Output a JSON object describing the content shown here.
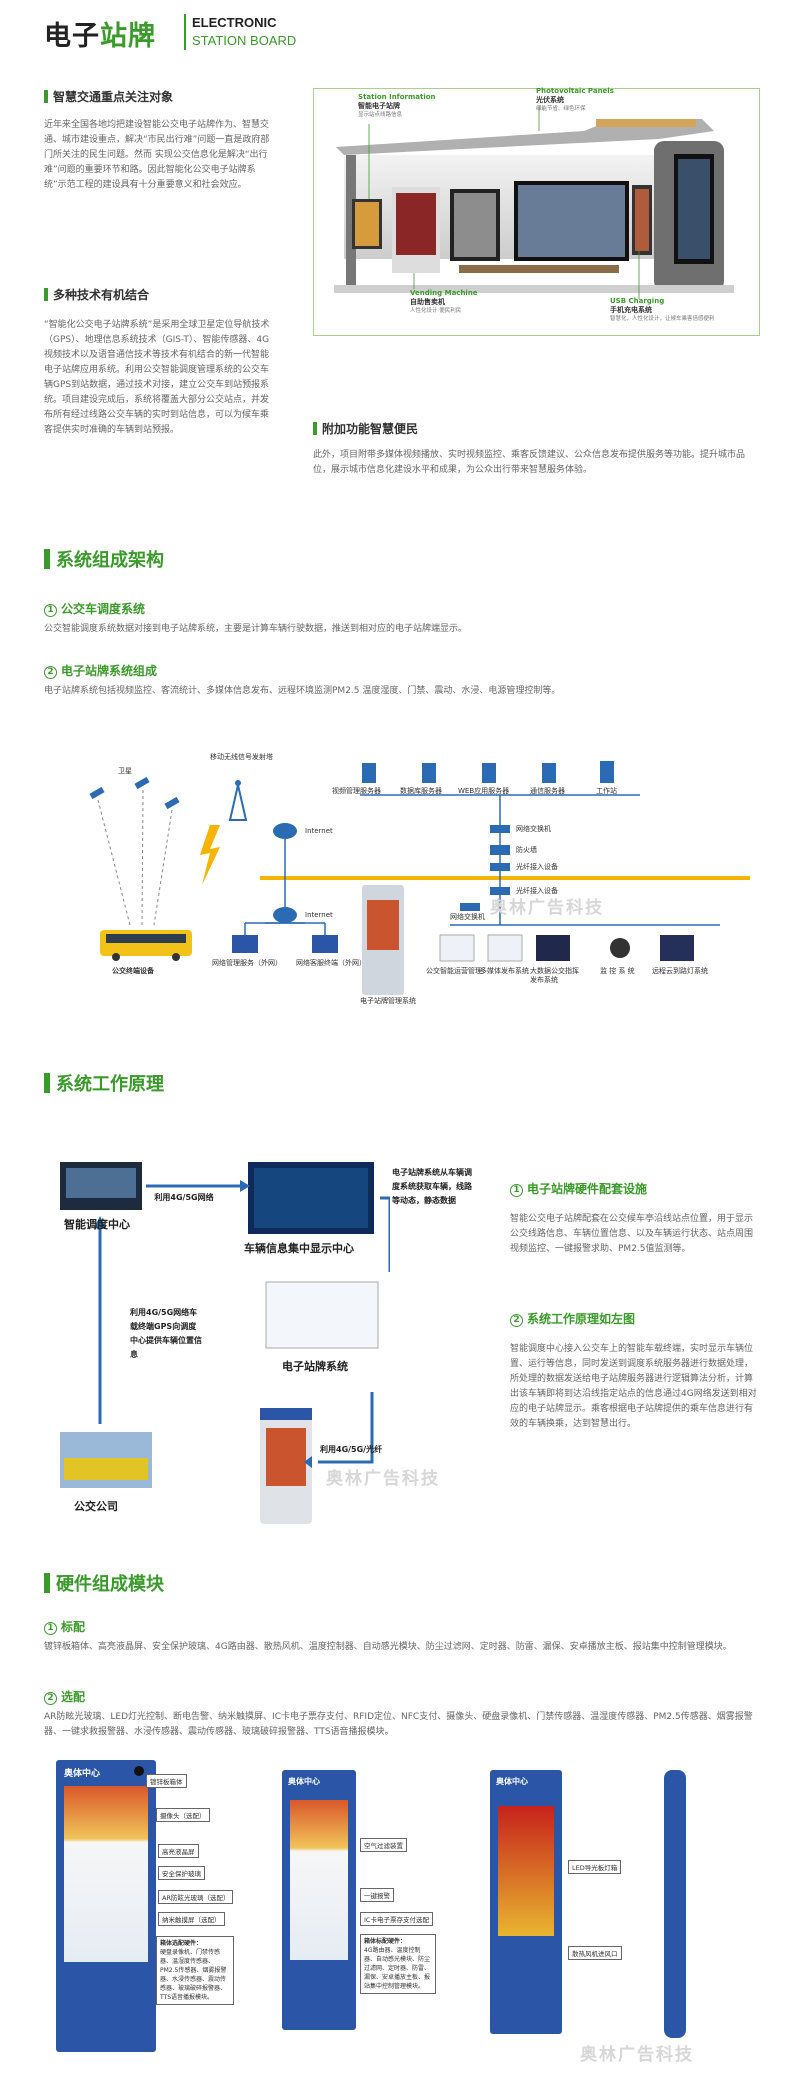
{
  "header": {
    "title_black": "电子",
    "title_green": "站牌",
    "en_line1": "ELECTRONIC",
    "en_line2": "STATION BOARD"
  },
  "intro": {
    "section1": {
      "title": "智慧交通重点关注对象",
      "text": "近年来全国各地均把建设智能公交电子站牌作为、智慧交通、城市建设重点，解决“市民出行难”问题一直是政府部门所关注的民生问题。然而 实现公交信息化是解决“出行难”问题的重要环节和路。因此智能化公交电子站牌系统”示范工程的建设具有十分重要意义和社会效应。"
    },
    "section2": {
      "title": "多种技术有机结合",
      "text": "“智能化公交电子站牌系统”是采用全球卫星定位导航技术（GPS）、地理信息系统技术（GIS-T）、智能传感器、4G视频技术以及语音通信技术等技术有机结合的新一代智能电子站牌应用系统。利用公交智能调度管理系统的公交车辆GPS到站数据，通过技术对接，建立公交车到站预报系统。项目建设完成后，系统将覆盖大部分公交站点，并发布所有经过线路公交车辆的实时到站信息，可以为候车乘客提供实时准确的车辆到站预报。"
    },
    "section3": {
      "title": "附加功能智慧便民",
      "text": "此外，项目附带多媒体视频播放、实时视频监控、乘客反馈建议、公众信息发布提供服务等功能。提升城市品位，展示城市信息化建设水平和成果，为公众出行带来智慧服务体验。"
    },
    "shelter_labels": {
      "station_en": "Station Information",
      "station_cn": "智能电子站牌",
      "station_desc": "显示站点线路信息",
      "pv_en": "Photovoltaic Panels",
      "pv_cn": "光伏系统",
      "pv_desc": "绿能节省、绿色环保",
      "vending_en": "Vending Machine",
      "vending_cn": "自助售卖机",
      "vending_desc": "人性化设计 便民利民",
      "usb_en": "USB Charging",
      "usb_cn": "手机充电系统",
      "usb_desc": "智慧化，人性化设计，让候车乘客倍感便利"
    }
  },
  "architecture": {
    "title": "系统组成架构",
    "sub1_num": "1",
    "sub1_title": "公交车调度系统",
    "sub1_text": "公交智能调度系统数据对接到电子站牌系统，主要是计算车辆行驶数据，推送到相对应的电子站牌端显示。",
    "sub2_num": "2",
    "sub2_title": "电子站牌系统组成",
    "sub2_text": "电子站牌系统包括视频监控、客流统计、多媒体信息发布、远程环境监测PM2.5 温度湿度、门禁、震动、水浸、电源管理控制等。",
    "diagram": {
      "satellite": "卫星",
      "mobile": "移动无线信号发射塔",
      "internet1": "Internet",
      "internet2": "Internet",
      "bus": "公交终端设备",
      "servers": [
        "视频管理服务器",
        "数据库服务器",
        "WEB应用服务器",
        "通信服务器",
        "工作站"
      ],
      "switch1": "网络交换机",
      "firewall": "防火墙",
      "fiber1": "光纤接入设备",
      "fiber2": "光纤接入设备",
      "switch2": "网络交换机",
      "pc1": "网络管理服务（外网）",
      "pc2": "网络客服终端（外网）",
      "board": "电子站牌管理系统",
      "apps": [
        "公交智能运营管理",
        "多媒体发布系统",
        "大数据公交指挥发布系统",
        "监 控 系 统",
        "远程云到路灯系统"
      ]
    }
  },
  "principle": {
    "title": "系统工作原理",
    "nodes": {
      "dispatch": "智能调度中心",
      "vehicle": "车辆信息集中显示中心",
      "board": "电子站牌系统",
      "company": "公交公司"
    },
    "edges": {
      "e1": "利用4G/5G网络",
      "e2": "电子站牌系统从车辆调度系统获取车辆，线路等动态，静态数据",
      "e3": "利用4G/5G网络车载终端GPS向调度中心提供车辆位置信息",
      "e4": "利用4G/5G/光纤"
    },
    "sub1_num": "1",
    "sub1_title": "电子站牌硬件配套设施",
    "sub1_text": "智能公交电子站牌配套在公交候车亭沿线站点位置，用于显示公交线路信息、车辆位置信息、以及车辆运行状态、站点周围视频监控、一键报警求助、PM2.5值监测等。",
    "sub2_num": "2",
    "sub2_title": "系统工作原理如左图",
    "sub2_text": "智能调度中心接入公交车上的智能车载终端，实时显示车辆位置、运行等信息，同时发送到调度系统服务器进行数据处理，所处理的数据发送给电子站牌服务器进行逻辑算法分析，计算出该车辆即将到达沿线指定站点的信息通过4G网络发送到相对应的电子站牌显示。乘客根据电子站牌提供的乘车信息进行有效的车辆换乘，达到智慧出行。"
  },
  "hardware": {
    "title": "硬件组成模块",
    "sub1_num": "1",
    "sub1_title": "标配",
    "sub1_text": "镀锌板箱体、高亮液晶屏、安全保护玻璃、4G路由器、散热风机、温度控制器、自动感光模块、防尘过滤网、定时器、防雷、漏保、安卓播放主板、报站集中控制管理模块。",
    "sub2_num": "2",
    "sub2_title": "选配",
    "sub2_text": "AR防眩光玻璃、LED灯光控制、断电告警、纳米触摸屏、IC卡电子票存支付、RFID定位、NFC支付、摄像头、硬盘录像机、门禁传感器、温湿度传感器、PM2.5传感器、烟雾报警器、一键求救报警器、水浸传感器、震动传感器、玻璃破碎报警器、TTS语音播报模块。",
    "kiosk_brand": "奥体中心",
    "labels_left": [
      "镀锌板箱体",
      "摄像头（选配）",
      "高亮液晶屏",
      "安全保护玻璃",
      "AR防眩光玻璃（选配）",
      "纳米触摸屏（选配）"
    ],
    "left_hw_title": "箱体选配硬件：",
    "left_hw_list": "硬盘录像机、门禁传感器、温湿度传感器、PM2.5传感器、烟雾报警器、水浸传感器、震动传感器、玻璃破碎报警器、TTS语音播报模块。",
    "labels_mid": [
      "空气过滤装置",
      "一键报警",
      "IC卡电子票存支付选配"
    ],
    "mid_hw_title": "箱体标配硬件：",
    "mid_hw_list": "4G路由器、温度控制器、自动感光模块、防尘过滤网、定时器、防雷、漏保、安卓播放主板、报站集中控制管理模块。",
    "labels_right": [
      "LED导光板灯箱",
      "散热风机进风口"
    ]
  },
  "watermark": "奥林广告科技",
  "colors": {
    "accent": "#3a9a2a",
    "kiosk": "#2b55a6"
  }
}
